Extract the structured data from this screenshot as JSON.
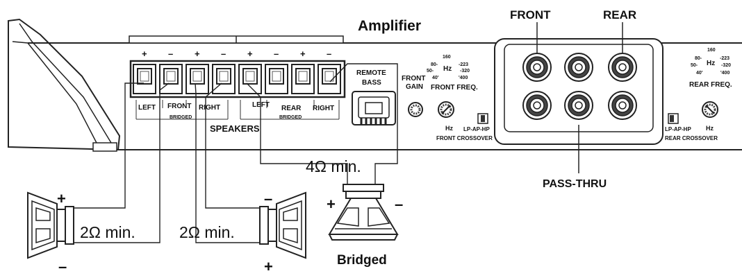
{
  "title": "Amplifier",
  "terminal_polarity": [
    "+",
    "–",
    "+",
    "–",
    "+",
    "–",
    "+",
    "–"
  ],
  "labels": {
    "left_front": "LEFT",
    "front": "FRONT",
    "right_front": "RIGHT",
    "bridged_front": "BRIDGED",
    "left_rear": "LEFT",
    "rear": "REAR",
    "right_rear": "RIGHT",
    "bridged_rear": "BRIDGED",
    "speakers": "SPEAKERS",
    "remote_bass_1": "REMOTE",
    "remote_bass_2": "BASS"
  },
  "front_controls": {
    "gain_1": "FRONT",
    "gain_2": "GAIN",
    "freq_label": "FRONT FREQ.",
    "scale_top": "160",
    "scale_l1": "80-",
    "scale_r1": "-223",
    "scale_l2": "50-",
    "scale_mid": "Hz",
    "scale_r2": "-320",
    "scale_l3": "40'",
    "scale_r3": "'400",
    "hz": "Hz",
    "switch_label": "LP-AP-HP",
    "crossover": "FRONT CROSSOVER"
  },
  "rca": {
    "front": "FRONT",
    "rear": "REAR",
    "pass_thru": "PASS-THRU"
  },
  "rear_controls": {
    "freq_label": "REAR FREQ.",
    "scale_top": "160",
    "scale_l1": "80-",
    "scale_r1": "-223",
    "scale_l2": "50-",
    "scale_mid": "Hz",
    "scale_r2": "-320",
    "scale_l3": "40'",
    "scale_r3": "'400",
    "hz": "Hz",
    "switch_label": "LP-AP-HP",
    "crossover": "REAR CROSSOVER"
  },
  "bridged_load": "4Ω min.",
  "left_speaker": {
    "plus": "+",
    "minus": "–",
    "load": "2Ω min."
  },
  "right_speaker": {
    "plus": "+",
    "minus": "–",
    "load": "2Ω min."
  },
  "bridged_speaker": {
    "plus": "+",
    "minus": "–",
    "label": "Bridged"
  }
}
